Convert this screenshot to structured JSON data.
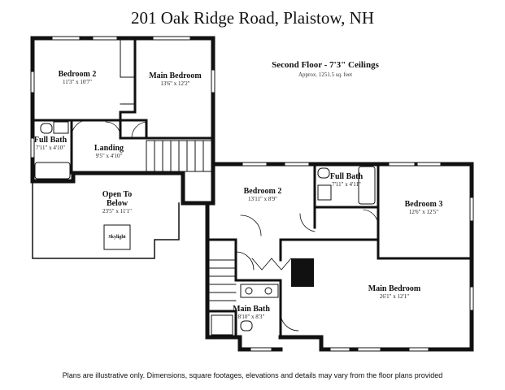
{
  "header": {
    "title": "201 Oak Ridge Road, Plaistow, NH"
  },
  "floor": {
    "name": "Second Floor - 7'3\" Ceilings",
    "area": "Approx. 1251.5 sq. feet"
  },
  "rooms": {
    "bedroom2_left": {
      "name": "Bedroom 2",
      "dim": "11'3\" x 10'7\""
    },
    "main_bedroom_left": {
      "name": "Main Bedroom",
      "dim": "13'6\" x 12'2\""
    },
    "full_bath_left": {
      "name": "Full Bath",
      "dim": "7'11\" x 4'10\""
    },
    "landing": {
      "name": "Landing",
      "dim": "9'5\" x 4'10\""
    },
    "open_to_below": {
      "name": "Open To Below",
      "dim": "23'5\" x 11'1\""
    },
    "skylight": {
      "name": "Skylight"
    },
    "bedroom2_right": {
      "name": "Bedroom 2",
      "dim": "13'11\" x 8'9\""
    },
    "full_bath_right": {
      "name": "Full Bath",
      "dim": "7'11\" x 4'11\""
    },
    "bedroom3": {
      "name": "Bedroom 3",
      "dim": "12'6\" x 12'5\""
    },
    "main_bedroom_right": {
      "name": "Main Bedroom",
      "dim": "26'1\" x 12'1\""
    },
    "main_bath": {
      "name": "Main Bath",
      "dim": "8'10\" x 8'3\""
    }
  },
  "footer": {
    "disclaimer": "Plans are illustrative only. Dimensions, square footages, elevations and details may vary from the floor plans provided"
  }
}
